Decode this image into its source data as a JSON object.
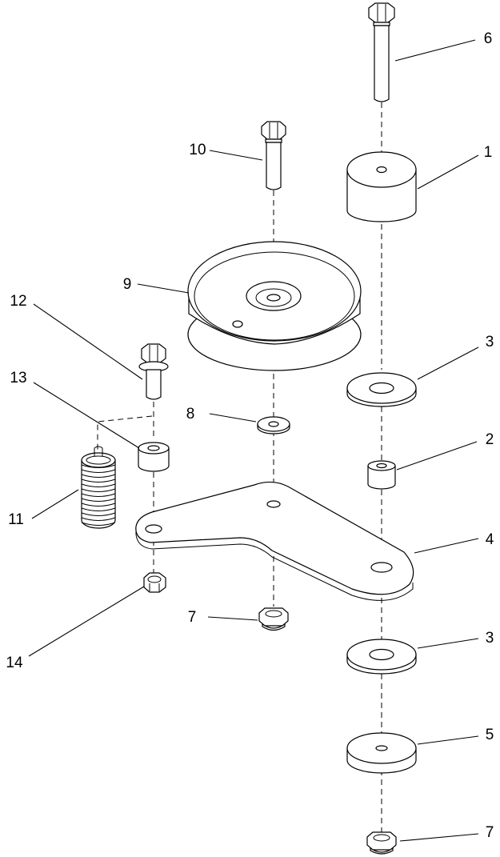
{
  "callouts": {
    "c1": "1",
    "c2": "2",
    "c3a": "3",
    "c3b": "3",
    "c4": "4",
    "c5": "5",
    "c6": "6",
    "c7a": "7",
    "c7b": "7",
    "c8": "8",
    "c9": "9",
    "c10": "10",
    "c11": "11",
    "c12": "12",
    "c13": "13",
    "c14": "14"
  },
  "colors": {
    "line": "#000000",
    "background": "#ffffff"
  }
}
